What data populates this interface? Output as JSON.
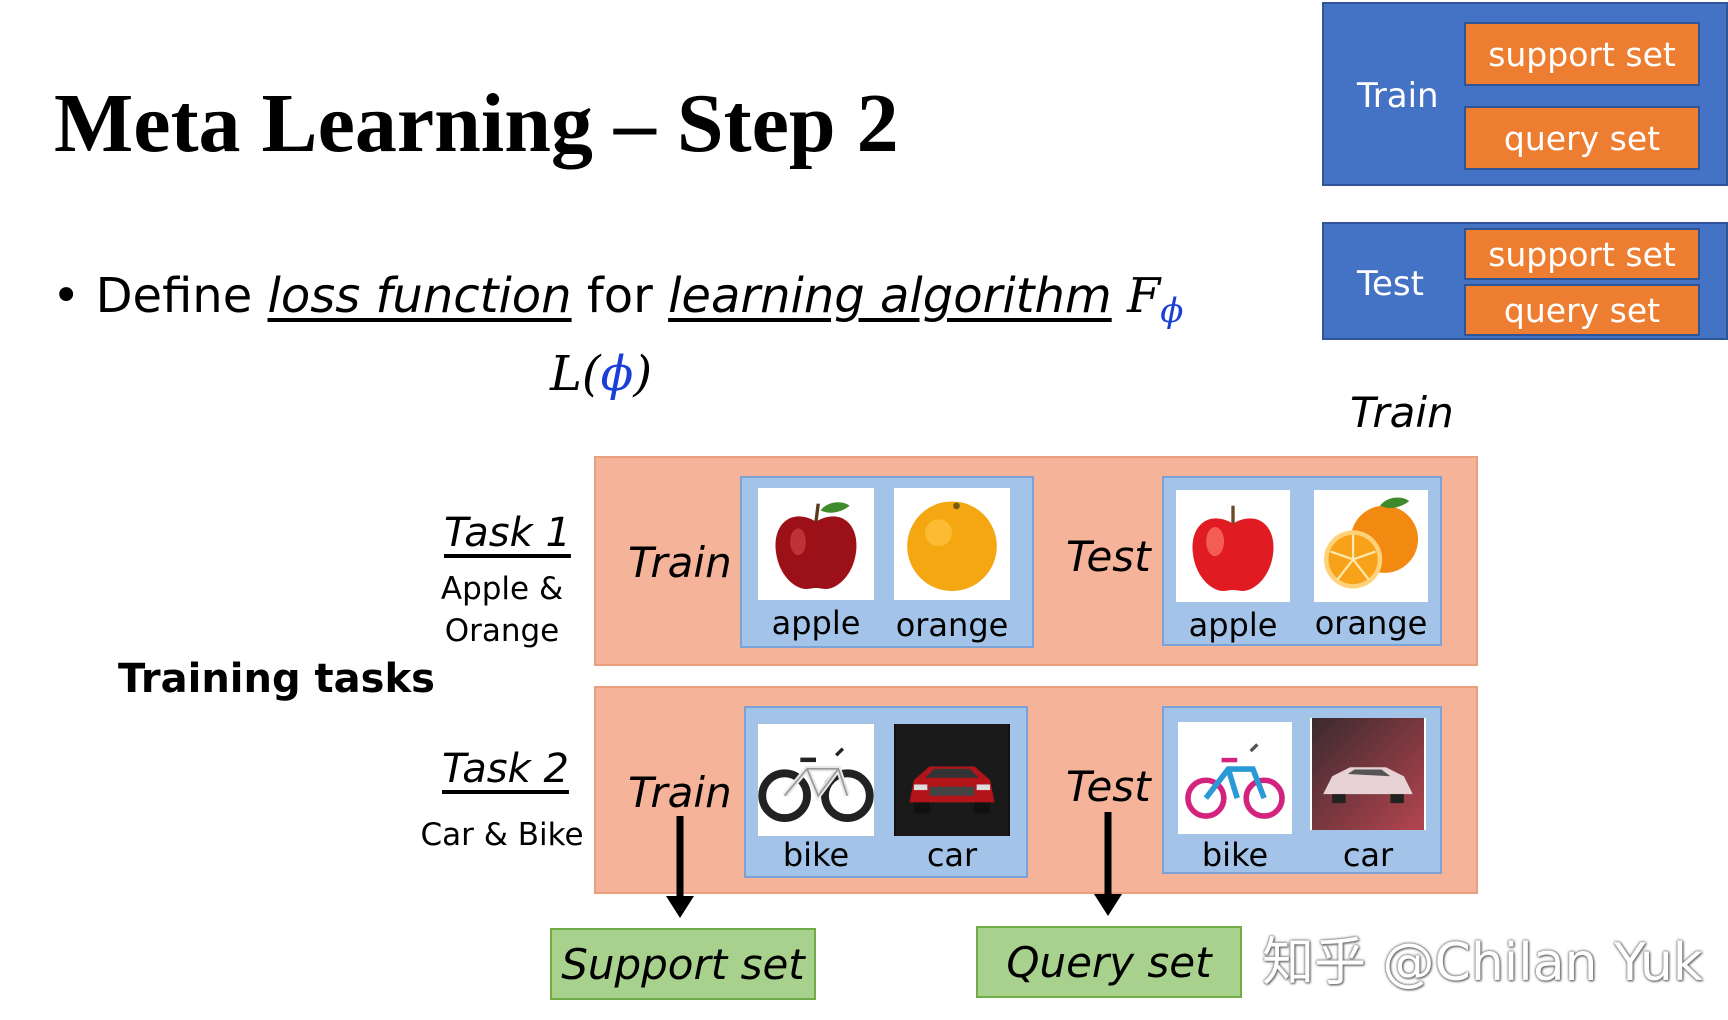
{
  "title": "Meta Learning – Step 2",
  "bullet": {
    "marker": "•",
    "prefix": "Define ",
    "term1": "loss function",
    "middle": " for ",
    "term2": "learning algorithm",
    "symbol": "F",
    "symbol_sub": "ϕ"
  },
  "loss": {
    "prefix": "L(",
    "phi": "ϕ",
    "suffix": ")"
  },
  "legend": {
    "train": {
      "label": "Train",
      "items": [
        "support set",
        "query set"
      ]
    },
    "test": {
      "label": "Test",
      "items": [
        "support set",
        "query set"
      ]
    }
  },
  "train_caption": "Train",
  "training_tasks_label": "Training tasks",
  "tasks": [
    {
      "name": "Task 1",
      "desc_line1": "Apple &",
      "desc_line2": "Orange",
      "train_label": "Train",
      "test_label": "Test",
      "train_images": [
        "apple",
        "orange"
      ],
      "test_images": [
        "apple",
        "orange"
      ]
    },
    {
      "name": "Task 2",
      "desc_line1": "Car & Bike",
      "train_label": "Train",
      "test_label": "Test",
      "train_images": [
        "bike",
        "car"
      ],
      "test_images": [
        "bike",
        "car"
      ]
    }
  ],
  "support_set_label": "Support set",
  "query_set_label": "Query set",
  "watermark": "知乎 @Chilan Yuk",
  "colors": {
    "legend_bg": "#4472c4",
    "legend_item": "#ed7d31",
    "task_row": "#f5b49a",
    "image_panel": "#a4c3e8",
    "green_box": "#a9d18e",
    "phi_blue": "#1a3fd6"
  }
}
